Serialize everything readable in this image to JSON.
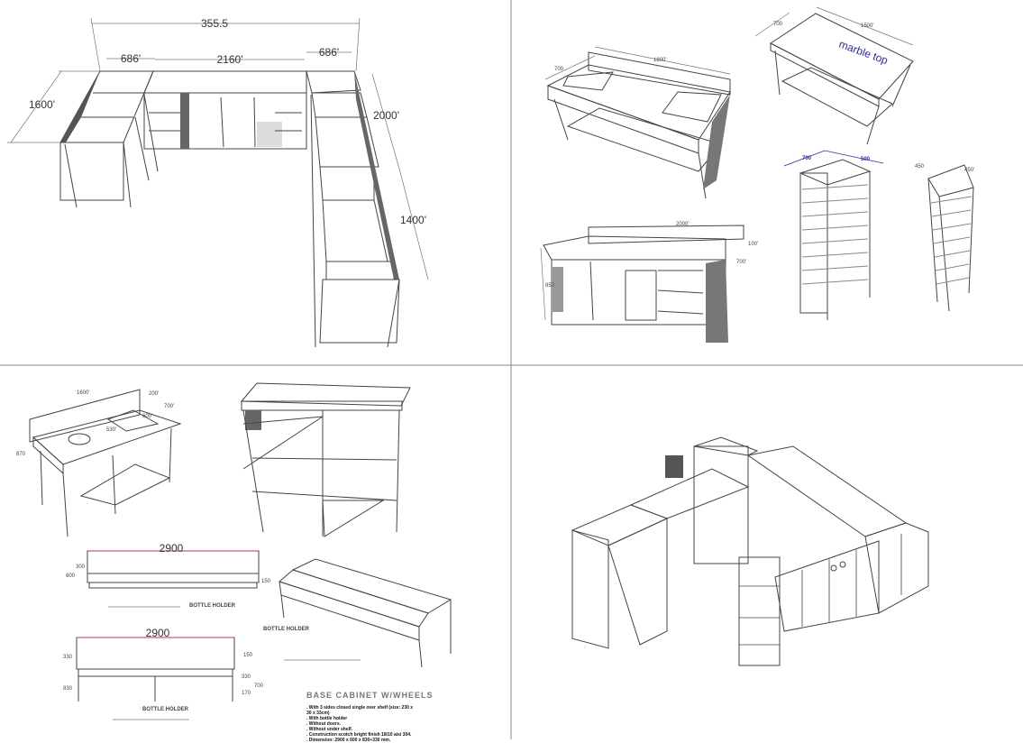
{
  "panels": {
    "u_counter": {
      "dims": {
        "overall": "355.5",
        "left_width": "686'",
        "middle_width": "2160'",
        "right_width": "686'",
        "left_depth": "1600'",
        "right_upper": "2000'",
        "right_lower": "1400'"
      },
      "colors": {
        "panel_blue": "#a9b9c6",
        "dark_side": "#666666"
      }
    },
    "catalog": {
      "sink_table": {
        "length": "1800'",
        "depth": "700"
      },
      "marble_table": {
        "label": "marble top",
        "length": "1500'",
        "depth": "700"
      },
      "cabinet": {
        "length": "2000'",
        "upstand": "100'",
        "depth": "700'",
        "height": "850"
      },
      "rack_a": {
        "width": "700",
        "depth": "500"
      },
      "rack_b": {
        "width": "450",
        "depth": "450'"
      }
    },
    "shop_drawings": {
      "sink_unit": {
        "length": "1600'",
        "upstand": "200'",
        "depth": "700'",
        "height": "870",
        "sink_w": "530'",
        "sink_d": "600'"
      },
      "elevation_1": {
        "length": "2900",
        "h1": "300",
        "h2": "600",
        "h3": "150",
        "caption": "BOTTLE HOLDER"
      },
      "elevation_2": {
        "length": "2900",
        "h1": "330",
        "h2": "830",
        "h3": "150",
        "h4": "330",
        "h5": "170",
        "h6": "700",
        "caption": "BOTTLE HOLDER"
      },
      "iso_caption": "BOTTLE HOLDER",
      "title": "BASE CABINET W/WHEELS",
      "notes": [
        ". With 3 sides closed single over shelf (size: 230 x",
        "  30 x 33cm)",
        ". With bottle holder",
        ". Without doors.",
        ". Without under shelf.",
        ". Construction scotch bright finish 18/10 aisi 304.",
        ". Dimension: 2900 x 600 x 830+330 mm."
      ]
    }
  }
}
